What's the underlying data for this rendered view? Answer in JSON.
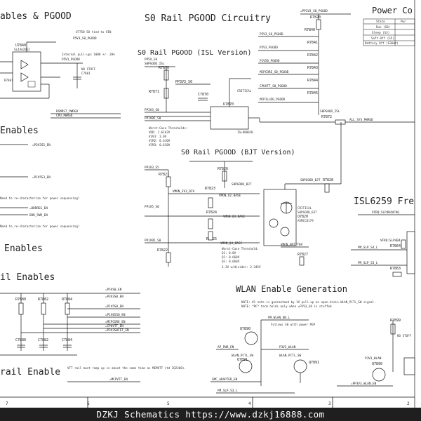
{
  "titles": {
    "enables_pgood": "ables & PGOOD",
    "s0_pgood_circuitry": "S0 Rail PGOOD Circuitry",
    "power_co": "Power Co",
    "s0_isl": "S0 Rail PGOOD (ISL Version)",
    "s0_bjt": "S0 Rail PGOOD (BJT Version)",
    "enables_1": "Enables",
    "enables_2": "Enables",
    "il_enables": "il Enables",
    "wlan_enable": "WLAN Enable Generation",
    "isl6259": "ISL6259 Fre",
    "rail_enable": "rail Enable"
  },
  "power_table": {
    "headers": [
      "State",
      "Pwr"
    ],
    "rows": [
      "Run (S0)",
      "Sleep (S3)",
      "Soft-Off (S5)",
      "Battery Off (G3Hot)"
    ]
  },
  "components": {
    "u7840": "U7840",
    "u7840_pn": "SL44A2012",
    "u7870": "U7870",
    "u7870_pn": "ISL88001B",
    "q7820": "Q7820",
    "q7820_pn": "ASMCC0179",
    "q7890": "Q7890",
    "q7891": "Q7891",
    "q7890_b": "Q7890",
    "c7870": "C7870",
    "c7801": "C7801",
    "r7820": "R7820",
    "r7840": "R7840",
    "r7841": "R7841",
    "r7842": "R7842",
    "r7843": "R7843",
    "r7844": "R7844",
    "r7845": "R7845",
    "r7872": "R7872",
    "r7870": "R7870",
    "r7871": "R7871",
    "r7821": "R7821",
    "r7823": "R7823",
    "r7824": "R7824",
    "r7825": "R7825",
    "r7826": "R7826",
    "r7822": "R7822",
    "r7828": "R7828",
    "r7827": "R7827",
    "r7864": "R7864",
    "r7863": "R7863",
    "r7899": "R7899",
    "r7880": "R7880",
    "r7882": "R7882",
    "r7884": "R7884",
    "c7880": "C7880",
    "c7882": "C7882",
    "c7884": "C7884",
    "r7801": "R7801"
  },
  "nets": {
    "p3v3_s0_pgood": "=PP3V3_S0_PGOOD",
    "critical": "CRITICAL",
    "p5v3_s0_pgood": "P5V3_S0_PGOOD",
    "p5v3_pgood": "P5V3_PGOOD",
    "p1v50_pgood": "P1V50_PGOOD",
    "mcpcore_s0_pgood": "MCPCORE_S0_PGOOD",
    "cpuvtt_s0_pgood": "CPUVTT_S0_PGOOD",
    "mcp1_pgood": "MCP1LLDO_PGOOD",
    "s0pgood_isl": "S0PGOOD_ISL",
    "all_sys_pwrgd": "ALL_SYS_PWRGD",
    "pp5v_s0": "PP5V_S0",
    "pp3v3_s0": "PP3V3_S0",
    "ppv_s0": "PP1V05_S0",
    "pp1v5_s0": "PP1V5_S0",
    "pp3v3_s5": "PP3V3_S5",
    "pp3v3_s0_b": "PP3V3_S0",
    "vmon_q2": "VMON_Q2_BASE",
    "vmon_q3": "VMON_Q3_BASE",
    "vmon_q4": "VMON_Q4_BASE",
    "vmon_emitter": "VMON_EMITTER",
    "vmon_3v3": "VMON_3V3_DIV",
    "s0pgood_bjt": "S0PGOOD_BJT",
    "p3v3s5_en": "=P3V3S5_EN",
    "p1v5s3_en": "=P1V5S3_EN",
    "ddrreg_en": "=DDRREG_EN",
    "ddr_pwr_en": "DDR_PWR_EN",
    "p1v5s0_en": "=P1V5S0_EN",
    "p1v05s0_en": "=P1V05S0_EN",
    "p5vs0_en": "=P5VS0_EN",
    "p3v3s0_en": "=P3V3S0_EN",
    "mcpcore_en": "=MCPCORE_EN",
    "cpuvtt_en": "=CPUVTT_EN",
    "p3v3s0fet_en": "=P3V3S0FET_EN",
    "p5vs0_en_b": "P5VS0_EN",
    "mcpvtt_en": "=MCPVTT_EN",
    "pm_slp_s3_l": "PM_SLP_S3_L",
    "pm_slp_s4_l": "PM_SLP_S4_L",
    "pm_wlan_en_l": "PM_WLAN_EN_L",
    "ap_pwr_en": "AP_PWR_EN",
    "smc_adapter_en": "SMC_ADAPTER_EN",
    "wlan_pctl_sw": "WLAN_PCTL_SW",
    "p3v3_wlan": "P3V3_WLAN",
    "p3v3_wlan_b": "P3V3_WLAN",
    "pp3v3_wlan_en": "=PP3V3_WLAN_EN",
    "p5vs0_en_c": "P5VS0_EN",
    "p3v3s3_en": "=P3V3S3_EN",
    "vfrq": "VFRQ:SLP4B4VFRQ",
    "vfrq_b": "VFRQ:SLP4B4",
    "cpu_pwrgd": "CPU_PWRGD",
    "rsmrst_pwrgd": "RSMRST_PWRGD"
  },
  "notes": {
    "u7750": "U7750 SO tied to VIN",
    "internal_pullups": "Internal pull-ups 100K +/- 20%",
    "no_stuff": "NO STUFF",
    "no_stuff_b": "NO STUFF",
    "re_char_1": "Need to re-characterize for power sequencing!",
    "re_char_2": "Need to re-characterize for power sequencing!",
    "worst_case_isl": "Worst-Case Thresholds:",
    "v3v3": "V3V3: 3.0V",
    "vdd": "VDD: 2.6162V",
    "vcm1": "VCM1: 1.0V",
    "vcm2": "VCM2: 0.610V",
    "vcm3": "VCM3: 0.610V",
    "worst_case_bjt": "Worst-Case Threshold:",
    "q1_thr": "Q1: 0.8V",
    "q2_thr": "Q2: 0.660V",
    "q3_thr": "Q3: 0.660V",
    "divider": "3.3V w/divider: 2.345V",
    "vtt_note": "VTT rail must ramp up in about the same time as MEMVTT (td 3Q2300).",
    "wlan_note1": "NOTE: #1 note is guaranteed by 1V pull-up on open-drain WLAN_PCTL_SW signal.",
    "wlan_note2": "NOTE: *RC* term holds only when =P3V3_S0 is stuffed",
    "follows": "Follows S0 with power PGP",
    "s0pgood_isl": "S0PGOOD_ISL",
    "s0pgood_bjt2": "S0PGOOD_BJT",
    "critical_b": "CRITICAL",
    "critical_c": "CRITICAL"
  },
  "ruler": [
    "7",
    "6",
    "5",
    "4",
    "3",
    "2"
  ],
  "footer": "DZKJ Schematics https://www.dzkj16888.com"
}
